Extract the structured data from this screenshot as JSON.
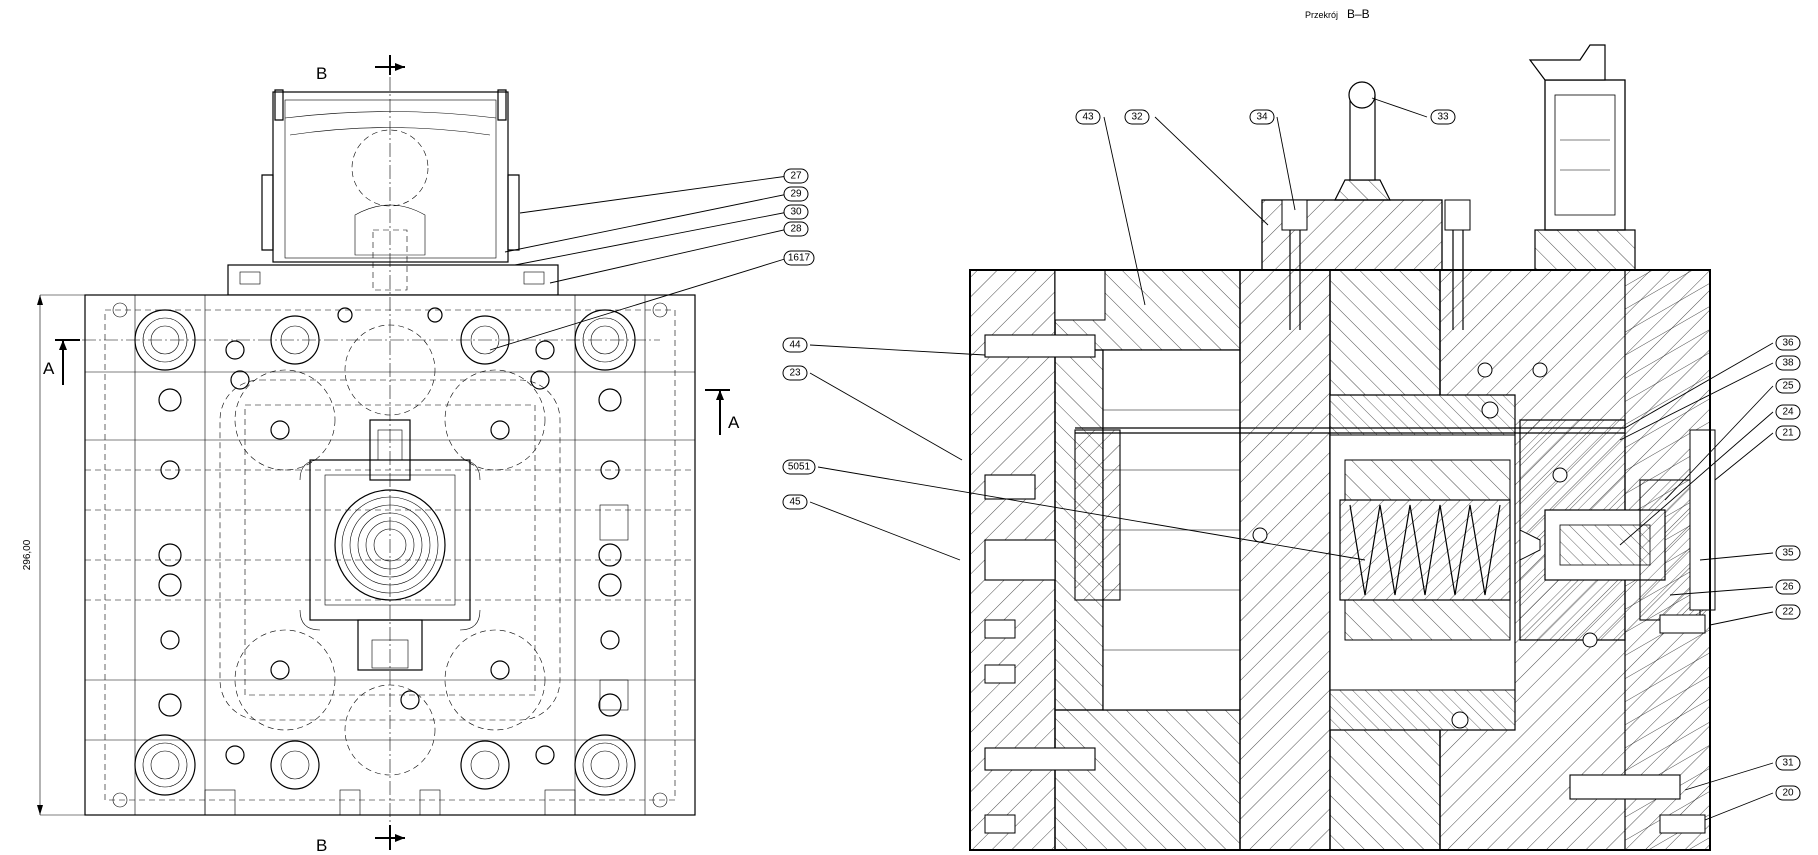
{
  "section_title": {
    "prefix": "Przekrój",
    "name": "B–B"
  },
  "view_labels": {
    "section_a_left": "A",
    "section_a_right": "A",
    "section_b_top": "B",
    "section_b_bottom": "B"
  },
  "dimensions": {
    "height": "296,00"
  },
  "callouts": [
    {
      "id": "c27",
      "label": "27"
    },
    {
      "id": "c29",
      "label": "29"
    },
    {
      "id": "c30",
      "label": "30"
    },
    {
      "id": "c28",
      "label": "28"
    },
    {
      "id": "c1617",
      "label": "1617"
    },
    {
      "id": "c43",
      "label": "43"
    },
    {
      "id": "c32",
      "label": "32"
    },
    {
      "id": "c34",
      "label": "34"
    },
    {
      "id": "c33",
      "label": "33"
    },
    {
      "id": "c44",
      "label": "44"
    },
    {
      "id": "c23",
      "label": "23"
    },
    {
      "id": "c5051",
      "label": "5051"
    },
    {
      "id": "c45",
      "label": "45"
    },
    {
      "id": "c36",
      "label": "36"
    },
    {
      "id": "c38",
      "label": "38"
    },
    {
      "id": "c25",
      "label": "25"
    },
    {
      "id": "c24",
      "label": "24"
    },
    {
      "id": "c21",
      "label": "21"
    },
    {
      "id": "c35",
      "label": "35"
    },
    {
      "id": "c26",
      "label": "26"
    },
    {
      "id": "c22",
      "label": "22"
    },
    {
      "id": "c31",
      "label": "31"
    },
    {
      "id": "c20",
      "label": "20"
    }
  ]
}
